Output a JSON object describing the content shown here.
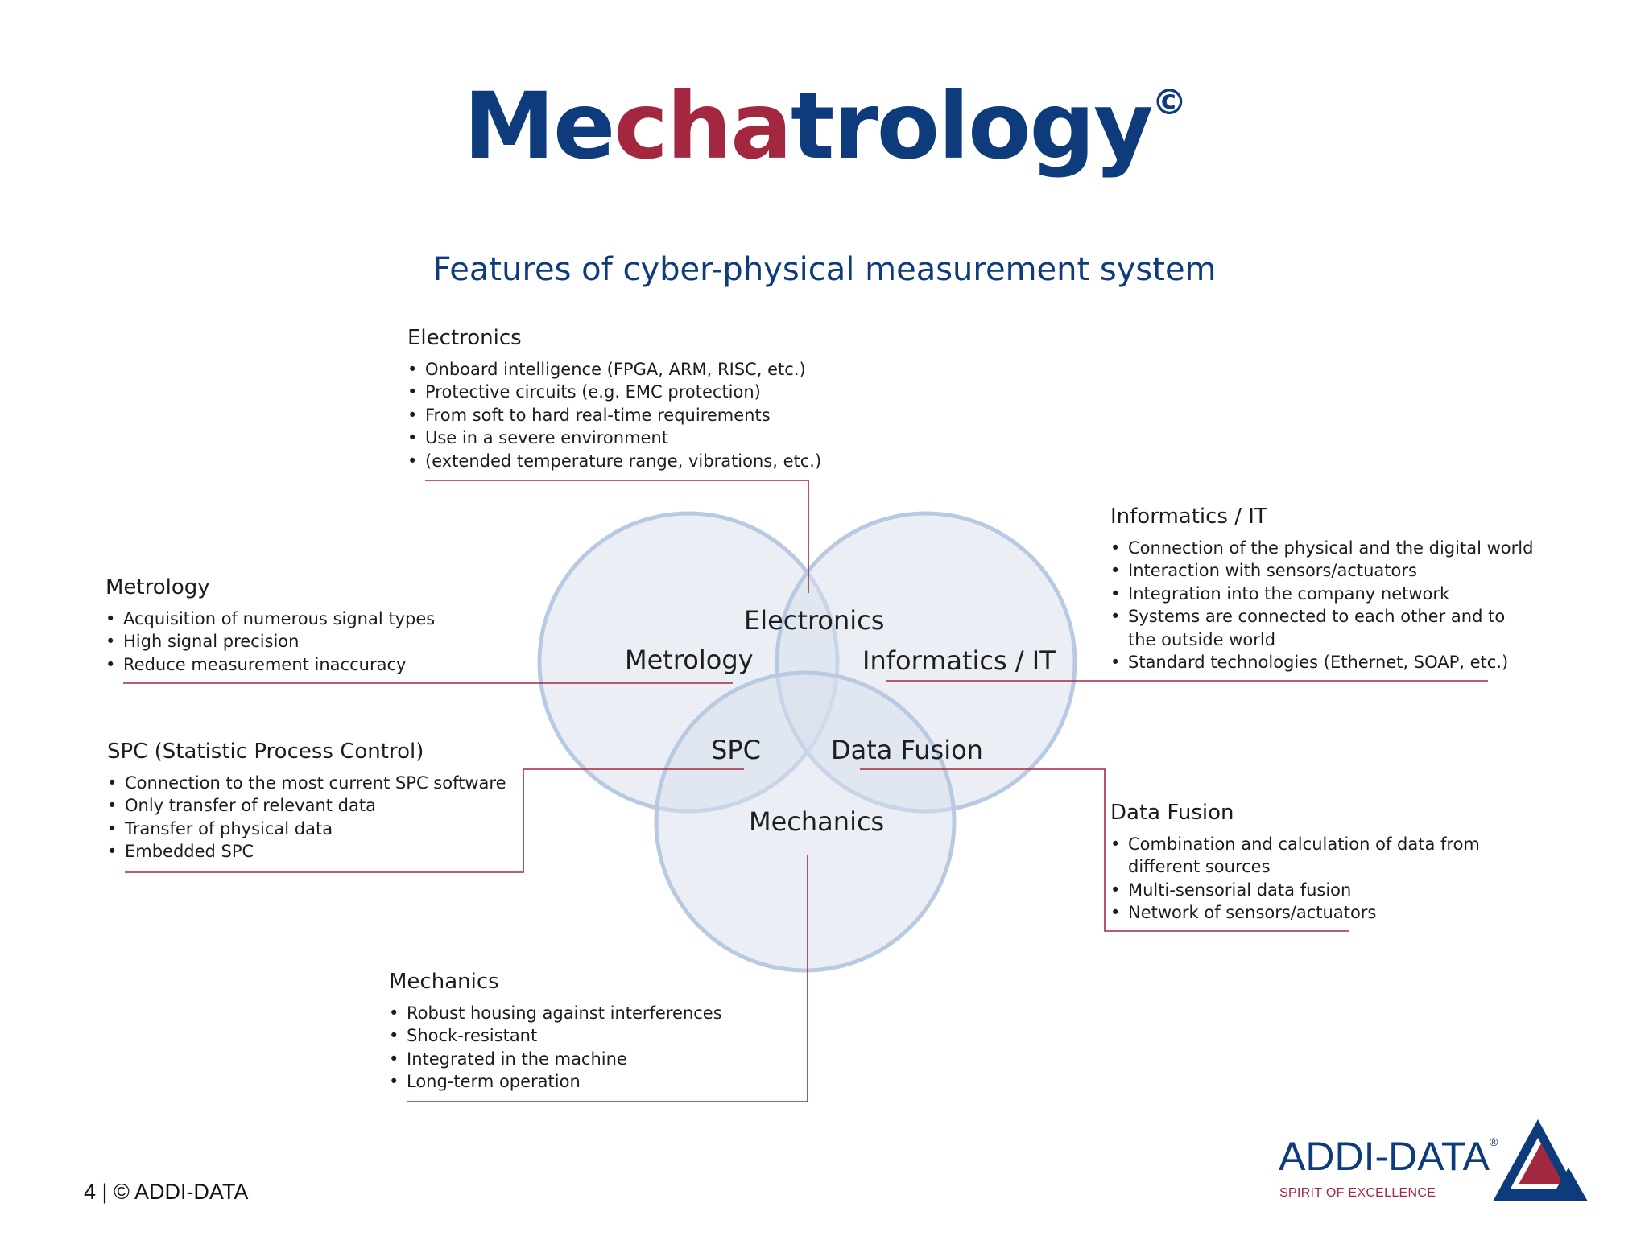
{
  "title": {
    "pre": "Me",
    "mid": "cha",
    "post": "trology",
    "mark": "©"
  },
  "subtitle": "Features of cyber-physical measurement system",
  "circle_labels": {
    "electronics": "Electronics",
    "metrology": "Metrology",
    "informatics": "Informatics / IT",
    "spc": "SPC",
    "data_fusion": "Data Fusion",
    "mechanics": "Mechanics"
  },
  "blocks": {
    "electronics": {
      "heading": "Electronics",
      "items": [
        "Onboard intelligence (FPGA, ARM, RISC, etc.)",
        "Protective circuits (e.g. EMC protection)",
        "From soft to hard real-time requirements",
        "Use in a severe environment",
        "(extended temperature range, vibrations, etc.)"
      ]
    },
    "informatics": {
      "heading": "Informatics / IT",
      "items": [
        "Connection of the physical and the digital world",
        "Interaction with sensors/actuators",
        "Integration into the company network",
        "Systems are connected to each other and to",
        "the outside world",
        "Standard technologies (Ethernet, SOAP, etc.)"
      ]
    },
    "metrology": {
      "heading": "Metrology",
      "items": [
        "Acquisition of numerous signal types",
        "High signal precision",
        "Reduce measurement inaccuracy"
      ]
    },
    "spc": {
      "heading": "SPC (Statistic Process Control)",
      "items": [
        "Connection to the most current SPC software",
        "Only transfer of relevant data",
        "Transfer of physical data",
        "Embedded SPC"
      ]
    },
    "data_fusion": {
      "heading": "Data Fusion",
      "items": [
        "Combination and calculation of data from",
        "different sources",
        "Multi-sensorial data fusion",
        "Network of sensors/actuators"
      ]
    },
    "mechanics": {
      "heading": "Mechanics",
      "items": [
        "Robust housing against interferences",
        "Shock-resistant",
        "Integrated in the machine",
        "Long-term operation"
      ]
    }
  },
  "footer": "4  | © ADDI-DATA",
  "logo": {
    "name": "ADDI-DATA",
    "mark": "®",
    "tagline": "SPIRIT OF EXCELLENCE"
  },
  "colors": {
    "navy": "#0d3b7c",
    "crimson": "#a3283f",
    "circle_fill": "#d7dfec",
    "circle_stroke": "#b8c9e2"
  }
}
